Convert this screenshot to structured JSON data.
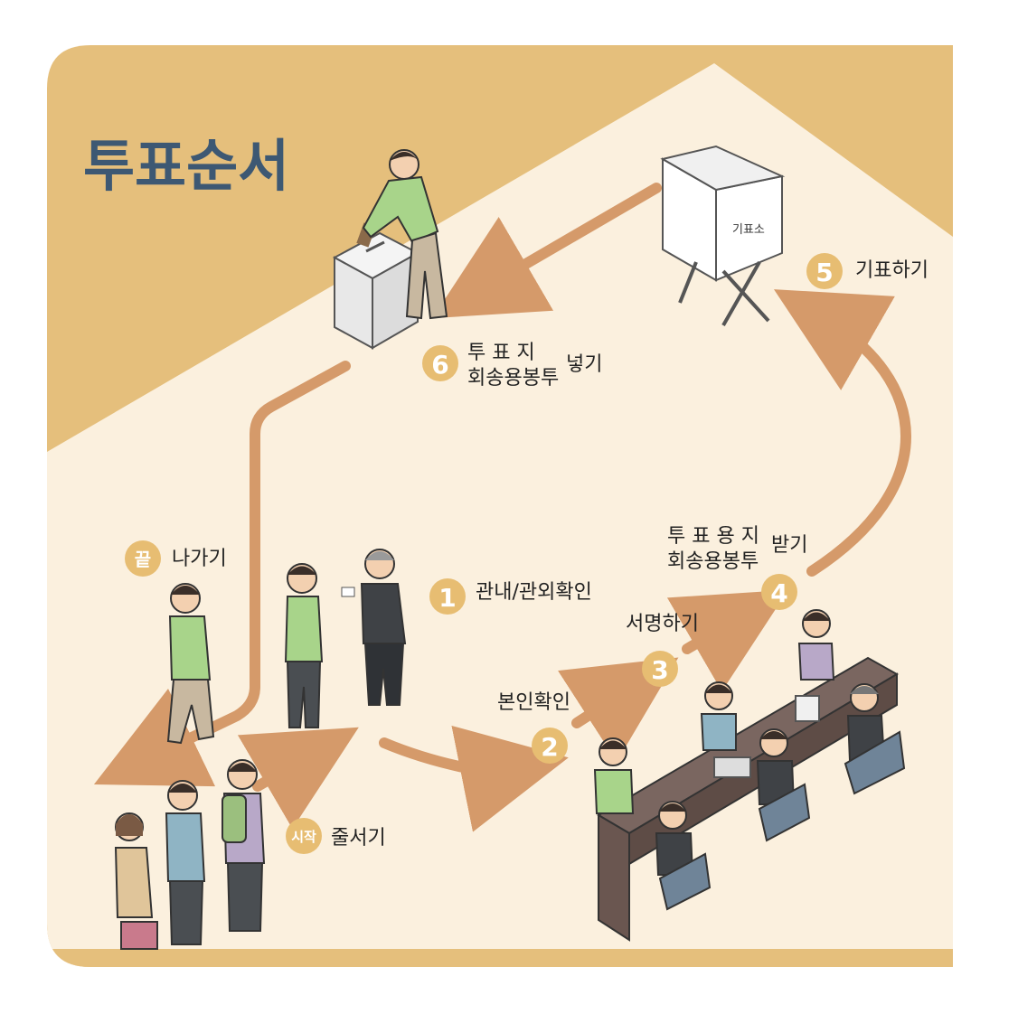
{
  "title": "투표순서",
  "colors": {
    "wall": "#e5bf7c",
    "floor": "#fbf0de",
    "arrow": "#d59a6a",
    "badge": "#e7bd72",
    "title": "#3d5873",
    "frame_bottom": "#e5bf7c"
  },
  "steps": [
    {
      "badge": "시작",
      "label": "줄서기"
    },
    {
      "badge": "1",
      "label": "관내/관외확인"
    },
    {
      "badge": "2",
      "label": "본인확인"
    },
    {
      "badge": "3",
      "label": "서명하기"
    },
    {
      "badge": "4",
      "label_line1": "투 표 용 지",
      "label_line2": "회송용봉투",
      "label_suffix": "받기"
    },
    {
      "badge": "5",
      "label": "기표하기"
    },
    {
      "badge": "6",
      "label_line1": "투   표   지",
      "label_line2": "회송용봉투",
      "label_suffix": "넣기"
    },
    {
      "badge": "끝",
      "label": "나가기"
    }
  ],
  "booth_sign": "기표소"
}
